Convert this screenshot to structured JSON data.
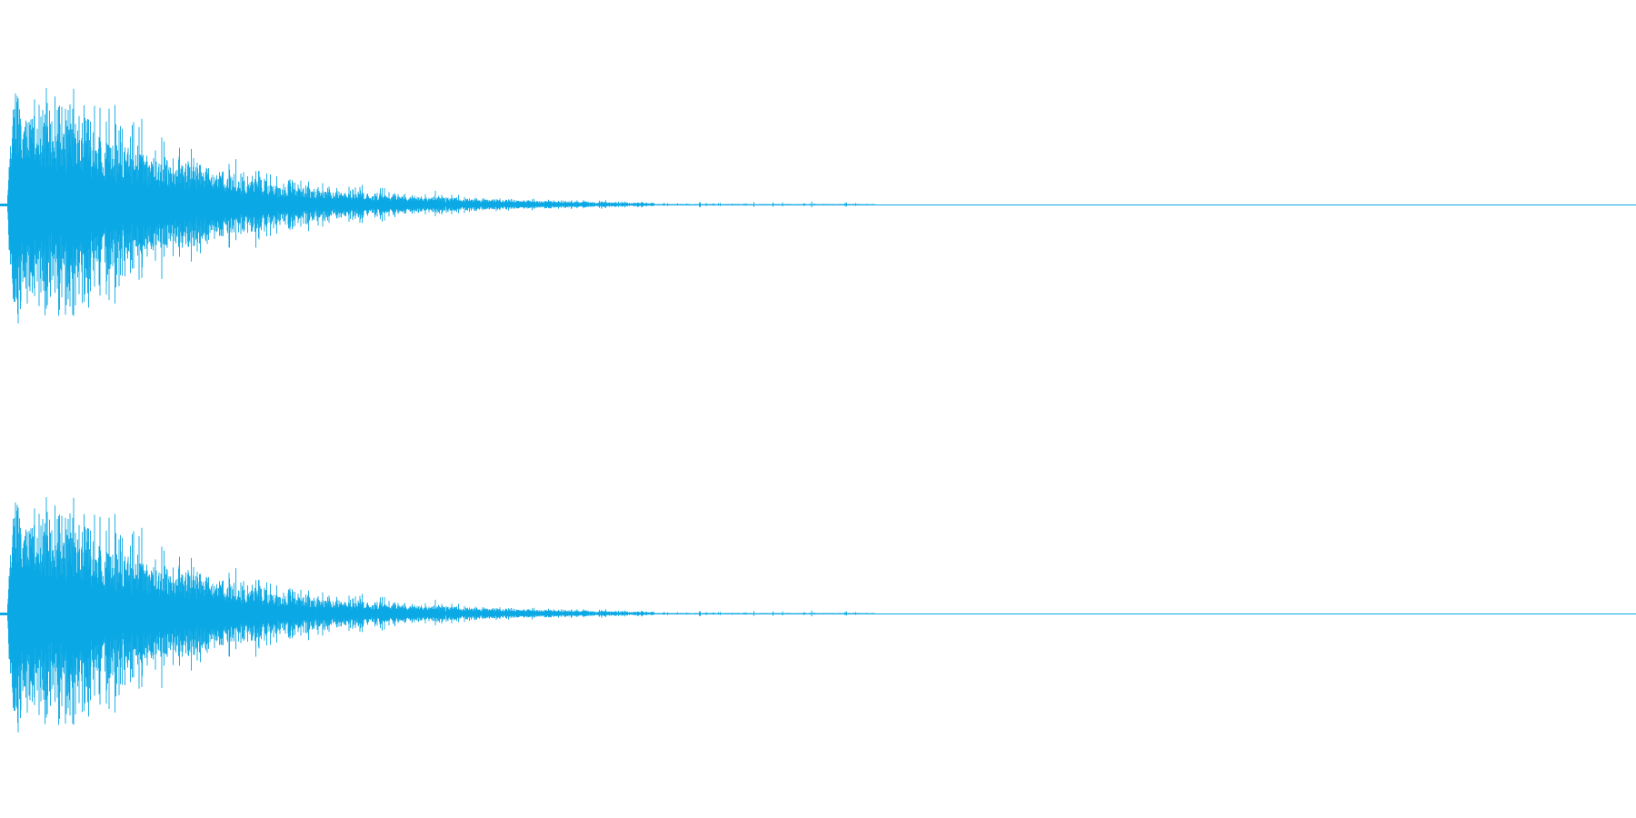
{
  "waveform": {
    "color": "#0aa8e4",
    "background": "#ffffff",
    "channels": [
      {
        "id": "left"
      },
      {
        "id": "right"
      }
    ],
    "envelope": {
      "attack_fraction": 0.005,
      "peak_amplitude": 0.85,
      "decay_end_fraction": 0.4,
      "noise_tail_end_fraction": 0.535
    }
  }
}
